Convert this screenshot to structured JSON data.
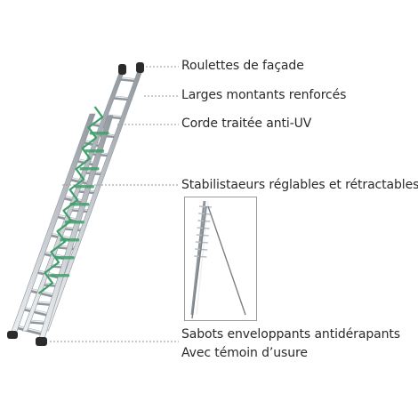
{
  "features": [
    {
      "id": "roulettes",
      "text": "Roulettes de façade"
    },
    {
      "id": "montants",
      "text": "Larges montants renforcés"
    },
    {
      "id": "corde",
      "text": "Corde traitée anti-UV"
    },
    {
      "id": "stabilisateurs",
      "text": "Stabilistaeurs réglables et rétractables"
    },
    {
      "id": "sabots",
      "text": "Sabots enveloppants antidérapants\nAvec témoin d’usure"
    }
  ],
  "colors": {
    "ladder_metal": "#c9ced3",
    "ladder_shadow": "#8f969c",
    "ladder_highlight": "#eef1f3",
    "rope": "#3fa06c",
    "feet": "#2b2b2b",
    "leader_line": "#9a9a9a"
  },
  "inset": {
    "subject": "stabilizer-detail"
  }
}
